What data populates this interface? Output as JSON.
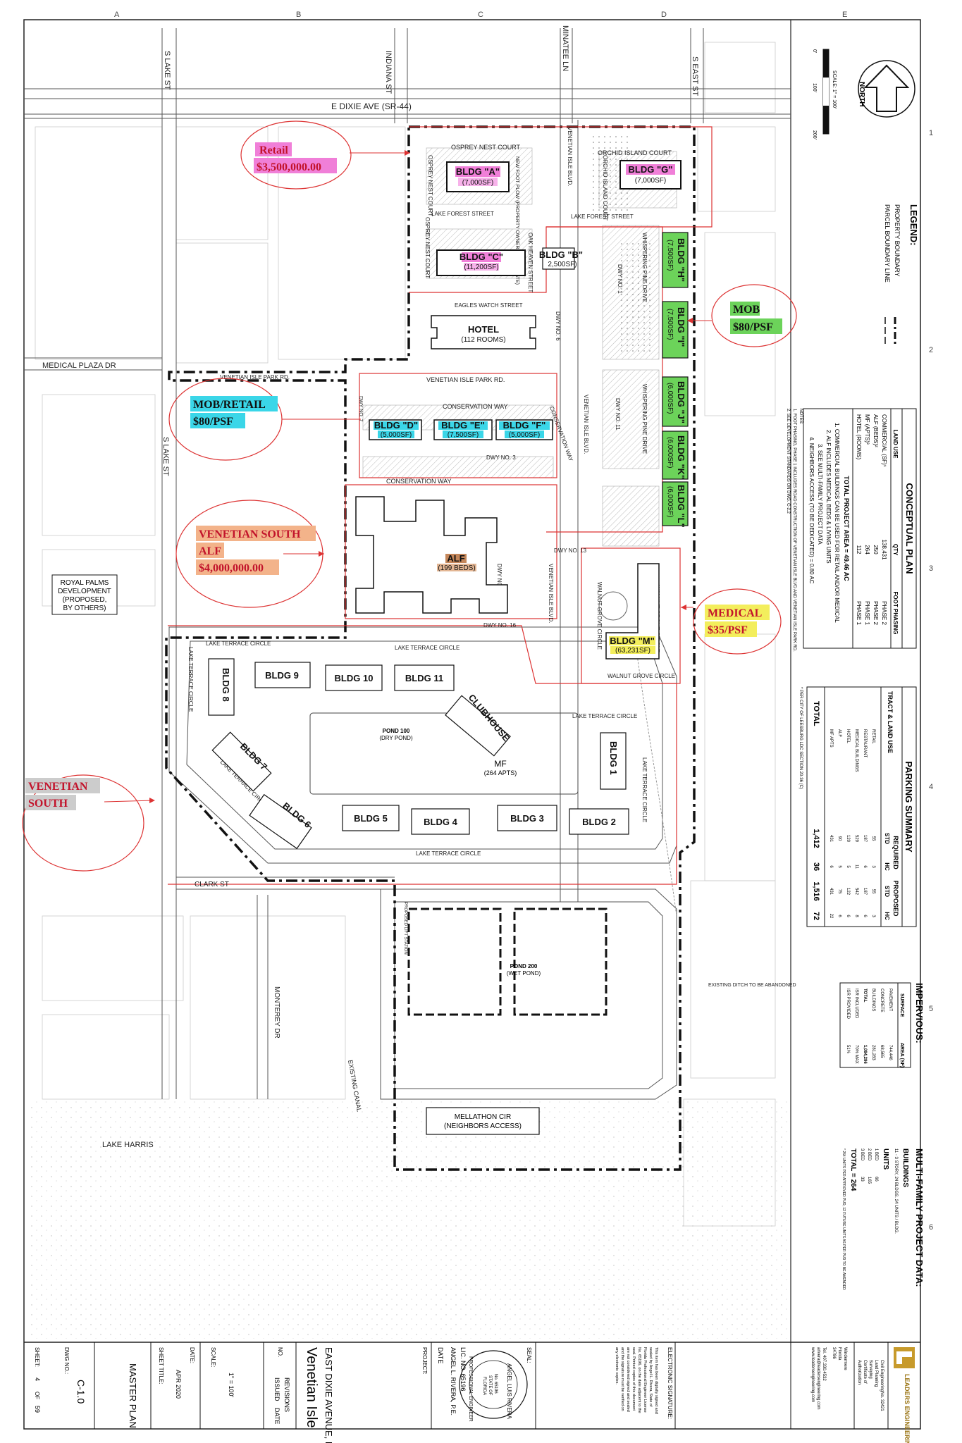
{
  "grid": {
    "top_letters": [
      "A",
      "B",
      "C",
      "D",
      "E"
    ],
    "right_numbers": [
      "1",
      "2",
      "3",
      "4",
      "5",
      "6"
    ]
  },
  "streets": {
    "s_lake_st": "S LAKE ST",
    "indiana_st": "INDIANA ST",
    "minatee_ln": "MINATEE LN",
    "s_east_st": "S EAST ST",
    "e_dixie_ave": "E DIXIE AVE (SR-44)",
    "osprey_nest_court": "OSPREY NEST COURT",
    "orchid_island_court": "ORCHID ISLAND COURT",
    "venetian_isle_blvd": "VENETIAN ISLE BLVD.",
    "new_foot_plow": "NEW FOOT PLOW (PROPERTY OWNER TO DEDICATE)",
    "lake_forest_street": "LAKE FOREST STREET",
    "oak_heaven_street": "OAK HEAVEN STREET",
    "whispering_pine_drive": "WHISPERING PINE DRIVE",
    "dwy_no_1": "DWY NO. 1",
    "eagles_watch_street": "EAGLES WATCH STREET",
    "dwy_no_6": "DWY NO. 6",
    "medical_plaza_dr": "MEDICAL PLAZA DR",
    "venetian_isle_park_rd": "VENETIAN ISLE PARK RD.",
    "dwy_no_7": "DWY NO. 7",
    "conservation_way": "CONSERVATION WAY",
    "dwy_no_3": "DWY NO. 3",
    "dwy_no_11": "DWY NO. 11",
    "dwy_no_13": "DWY NO. 13",
    "dwy_no_9": "DWY NO. 9",
    "dwy_no_16": "DWY NO. 16",
    "walnut_grove_circle": "WALNUT GROVE CIRCLE",
    "lake_terrace_circle": "LAKE TERRACE CIRCLE",
    "clark_st": "CLARK ST",
    "monterey_dr": "MONTEREY DR",
    "existing_canal": "EXISTING CANAL",
    "proposed_lift_station": "PROPOSED LIFT STATION",
    "existing_ditch": "EXISTING DITCH TO BE ABANDONED",
    "mellathon_cir": "MELLATHON CIR",
    "neighbors_access": "(NEIGHBORS ACCESS)",
    "lake_harris": "LAKE HARRIS",
    "royal_palms": [
      "ROYAL PALMS",
      "DEVELOPMENT",
      "(PROPOSED,",
      "BY OTHERS)"
    ]
  },
  "buildings": {
    "a": {
      "name": "BLDG \"A\"",
      "sf": "(7,000SF)"
    },
    "g": {
      "name": "BLDG \"G\"",
      "sf": "(7,000SF)"
    },
    "c": {
      "name": "BLDG \"C\"",
      "sf": "(11,200SF)"
    },
    "b": {
      "name": "BLDG \"B\"",
      "sf": "2,500SF)"
    },
    "h": {
      "name": "BLDG \"H\"",
      "sf": "(7,500SF)"
    },
    "i": {
      "name": "BLDG \"I\"",
      "sf": "(7,500SF)"
    },
    "j": {
      "name": "BLDG \"J\"",
      "sf": "(6,000SF)"
    },
    "k": {
      "name": "BLDG \"K\"",
      "sf": "(6,000SF)"
    },
    "l": {
      "name": "BLDG \"L\"",
      "sf": "(6,000SF)"
    },
    "hotel": {
      "name": "HOTEL",
      "sf": "(112 ROOMS)"
    },
    "d": {
      "name": "BLDG \"D\"",
      "sf": "(5,000SF)"
    },
    "e": {
      "name": "BLDG \"E\"",
      "sf": "(7,500SF)"
    },
    "f": {
      "name": "BLDG \"F\"",
      "sf": "(5,000SF)"
    },
    "alf": {
      "name": "ALF",
      "sf": "(199 BEDS)"
    },
    "m": {
      "name": "BLDG \"M\"",
      "sf": "(63,231SF)"
    },
    "mf": [
      "BLDG 1",
      "BLDG 2",
      "BLDG 3",
      "BLDG 4",
      "BLDG 5",
      "BLDG 6",
      "BLDG 7",
      "BLDG 8",
      "BLDG 9",
      "BLDG 10",
      "BLDG 11"
    ],
    "clubhouse": "CLUBHOUSE",
    "mf_label": "MF",
    "mf_apts": "(264 APTS)",
    "pond100": "POND 100",
    "pond100_sub": "(DRY POND)",
    "pond200": "POND 200",
    "pond200_sub": "(WET POND)"
  },
  "callouts": {
    "retail": {
      "line1": "Retail",
      "line2": "$3,500,000.00"
    },
    "mob": {
      "line1": "MOB",
      "line2": "$80/PSF"
    },
    "mob_retail": {
      "line1": "MOB/RETAIL",
      "line2": "$80/PSF"
    },
    "alf": {
      "line1": "VENETIAN SOUTH",
      "line2": "ALF",
      "line3": "$4,000,000.00"
    },
    "medical": {
      "line1": "MEDICAL",
      "line2": "$35/PSF"
    },
    "south": {
      "line1": "VENETIAN",
      "line2": "SOUTH"
    }
  },
  "north": {
    "label": "NORTH",
    "scale": "SCALE: 1\" = 100'",
    "ticks": [
      "0'",
      "100'",
      "200'"
    ]
  },
  "legend": {
    "title": "LEGEND:",
    "items": [
      "PROPERTY BOUNDARY",
      "PARCEL BOUNDARY LINE"
    ]
  },
  "conceptual": {
    "title": "CONCEPTUAL PLAN",
    "headers": [
      "LAND USE",
      "QTY",
      "FOOT PHASING"
    ],
    "rows": [
      [
        "COMMERCIAL (SF)¹",
        "138,431",
        "PHASE 2"
      ],
      [
        "ALF (BEDS)²",
        "250",
        "PHASE 2"
      ],
      [
        "MF (APTS)³",
        "264",
        "PHASE 1"
      ],
      [
        "HOTEL (ROOMS)",
        "112",
        "PHASE 1"
      ]
    ],
    "total": "TOTAL PROJECT AREA = 49.46 AC",
    "notes": [
      "1. COMMERCIAL BUILDINGS CAN BE USED FOR RETAIL AND/OR MEDICAL",
      "2. ALF INCLUDES MEDICAL BEDS & LIVING UNITS",
      "3. SEE MULTI-FAMILY PROJECT DATA",
      "4. NEIGHBORS ACCESS (TO BE DEDICATED) = 0.80 AC"
    ],
    "footnotes_title": "NOTES:",
    "footnotes": [
      "1. FOOT PHASING, PHASE 1 INCLUDES ROAD CONSTRUCTION OF VENETIAN ISLE BLVD AND VENETIAN ISLE PARK RD.",
      "2. SEE DEVELOPMENT STANDARDS ON DWG. C-2.2"
    ]
  },
  "parking": {
    "title": "PARKING SUMMARY",
    "group_headers": [
      "REQUIRED",
      "PROPOSED"
    ],
    "headers": [
      "TRACT & LAND USE",
      "STD",
      "HC",
      "STD",
      "HC"
    ],
    "rows": [
      [
        "RETAIL",
        "55",
        "3",
        "55",
        "3"
      ],
      [
        "RESTAURANT",
        "187",
        "6",
        "187",
        "6"
      ],
      [
        "MEDICAL BUILDINGS",
        "529",
        "11",
        "542",
        "8"
      ],
      [
        "HOTEL",
        "120",
        "5",
        "122",
        "6"
      ],
      [
        "ALF",
        "90",
        "5",
        "75",
        "6"
      ],
      [
        "MF APTS",
        "431",
        "6",
        "431",
        "22"
      ]
    ],
    "total": [
      "TOTAL",
      "1,412",
      "36",
      "1,516",
      "72"
    ],
    "note": "* PER CITY OF LEESBURG LDC SECTION 20-36 (C)"
  },
  "impervious": {
    "title": "IMPERVIOUS:",
    "headers": [
      "SURFACE",
      "AREA (SF)"
    ],
    "rows": [
      [
        "PAVEMENT",
        "744,446"
      ],
      [
        "CONCRETE",
        "68,565"
      ],
      [
        "BUILDINGS",
        "281,283"
      ],
      [
        "TOTAL",
        "1,094,296"
      ],
      [
        "ISR INCLUDED",
        "70% MAX"
      ],
      [
        "ISR PROVIDED",
        "51%"
      ]
    ]
  },
  "multifamily": {
    "title": "MULTI-FAMILY PROJECT DATA:",
    "buildings_label": "BUILDINGS",
    "buildings_text": "11 - 3 STORY, 24 BLDGS. 24 UNITS / BLDG.",
    "units_label": "UNITS",
    "units": [
      [
        "1 BED",
        "66"
      ],
      [
        "2 BED",
        "165"
      ],
      [
        "3 BED",
        "33"
      ]
    ],
    "total": "TOTAL = 264",
    "note": "* 264 UNITS PER APPROVED PUD, 12 FUTURE UNITS AS PER PUD TO BE AMENDED"
  },
  "titleblock": {
    "dwg_no_label": "DWG NO.:",
    "dwg_no": "C-1.0",
    "sheet_label": "SHEET:",
    "sheet": "4",
    "of": "OF",
    "sheet_total": "59",
    "sheet_title_label": "SHEET TITLE:",
    "sheet_title": "MASTER PLAN",
    "date_label": "DATE:",
    "date": "APR 2020",
    "scale_label": "SCALE:",
    "scale": "1\" = 100'",
    "no_label": "NO.",
    "revisions": "REVISIONS",
    "issued": "ISSUED",
    "date_col": "DATE",
    "project_name": "Venetian Isle",
    "project_address": "EAST DIXIE AVENUE, LEESBURG, FL",
    "project_label": "PROJECT:",
    "engineer_name": "ANGEL L. RIVERA, P.E.",
    "engineer_lic": "LIC. NO. 65196",
    "date2": "DATE",
    "seal_label": "SEAL:",
    "seal_top": "ANGEL LUIS RIVERA",
    "seal_mid1": "No. 65196",
    "seal_mid2": "STATE OF",
    "seal_mid3": "FLORIDA",
    "seal_bottom": "PROFESSIONAL ENGINEER",
    "esig_label": "ELECTRONIC SIGNATURE:",
    "esig_text": [
      "This item has been digitally signed and",
      "sealed by Angel L. Rivera, State of",
      "Florida Professional Engineer License",
      "No. 65196, on the date adjacent to the",
      "seal. Printed copies of this document",
      "are not considered signed and sealed",
      "and the signature must be verified on",
      "any electronic copies."
    ],
    "firm_name": "LEADERS ENGINEERING",
    "firm_services": [
      "Civil Engineering",
      "Land Planning",
      "Surveying"
    ],
    "firm_cert": [
      "Certificate of",
      "Authorization",
      "No. 32421"
    ],
    "firm_address": [
      "Windermere",
      "Florida",
      "34786"
    ],
    "firm_contact": [
      "Tel. 407.330.4532",
      "arivera@leadersengineering.com",
      "www.leadersengineering.com"
    ]
  }
}
